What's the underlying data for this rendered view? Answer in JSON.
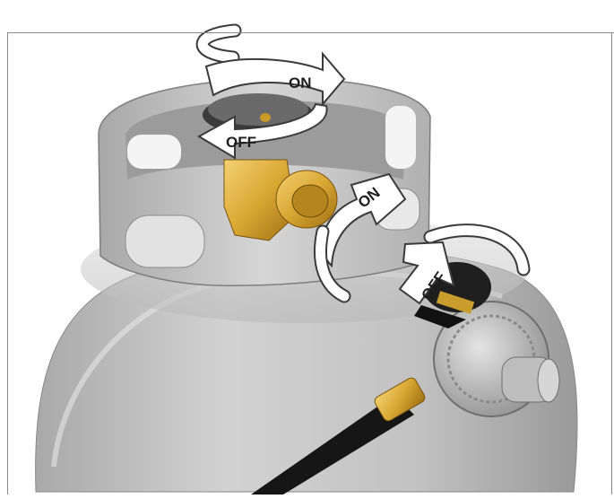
{
  "labels": {
    "top_on": "ON",
    "top_off": "OFF",
    "side_on": "ON",
    "side_off": "OFF"
  },
  "colors": {
    "tank": "#c9c9c9",
    "tank_shadow": "#9d9d9d",
    "brass": "#d9a733",
    "hose": "#161616",
    "arrow_fill": "#ffffff",
    "arrow_stroke": "#3a3a3a"
  }
}
